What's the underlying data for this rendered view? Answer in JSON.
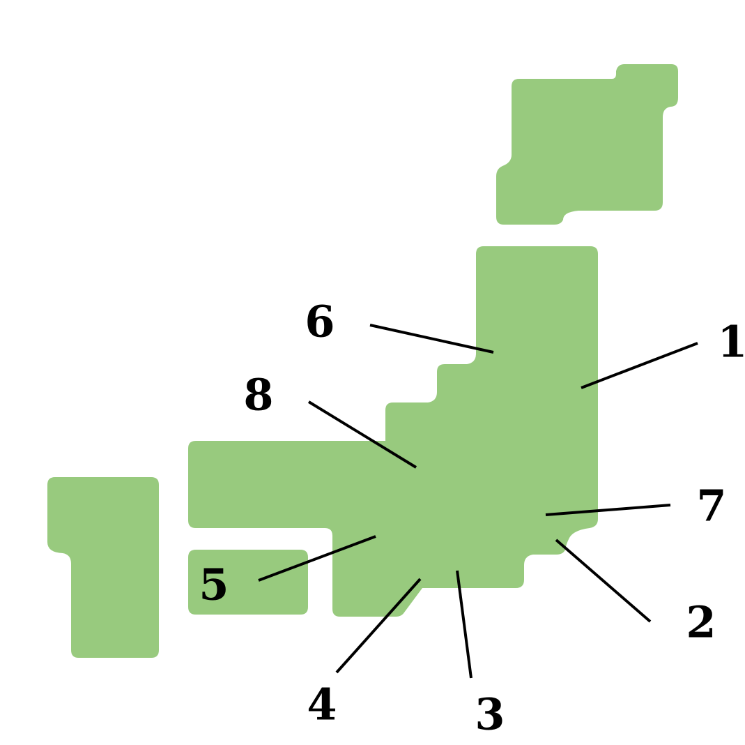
{
  "map": {
    "land_color": "#98ca7e",
    "line_color": "#000000",
    "labels": {
      "l1": "1",
      "l2": "2",
      "l3": "3",
      "l4": "4",
      "l5": "5",
      "l6": "6",
      "l7": "7",
      "l8": "8"
    }
  }
}
